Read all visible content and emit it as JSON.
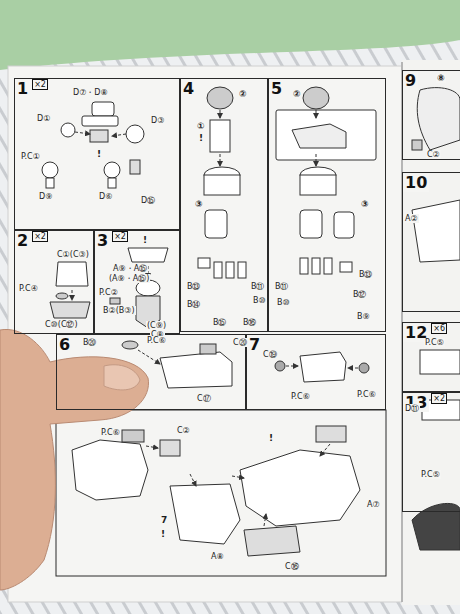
{
  "diagram": {
    "nodes": [
      {
        "text": [
          "1",
          "×2"
        ]
      },
      {
        "text": [
          "4"
        ]
      },
      {
        "text": [
          "5"
        ]
      },
      {
        "text": [
          "2",
          "×2"
        ]
      },
      {
        "text": [
          "3",
          "×2"
        ]
      },
      {
        "text": [
          "6"
        ]
      },
      {
        "text": [
          "7"
        ]
      },
      {
        "text": [
          "9"
        ]
      },
      {
        "text": [
          "10"
        ]
      },
      {
        "text": [
          "12",
          "×6"
        ]
      },
      {
        "text": [
          "13",
          "×2"
        ]
      }
    ],
    "labels": [
      "D⑦・D⑧",
      "D①",
      "D③",
      "P.C①",
      "!",
      "D⑨",
      "D⑥",
      "D⑮",
      "C①(C③)",
      "P.C④",
      "C⑩(C⑫)",
      "!",
      "A⑨・A⑮",
      "(A⑨・A⑮)",
      "P.C②",
      "B②(B③)",
      "C⑧",
      "(C⑨)",
      "②",
      "①",
      "!",
      "③",
      "B⑬",
      "B⑪",
      "B⑩",
      "B⑭",
      "B⑮",
      "B⑯",
      "②",
      "③",
      "B⑬",
      "B⑪",
      "B⑩",
      "B⑫",
      "B⑨",
      "B⑳",
      "P.C⑥",
      "C⑳",
      "C⑰",
      "C⑲",
      "P.C⑥",
      "P.C⑥",
      "P.C⑥",
      "C②",
      "!",
      "7",
      "!",
      "A⑦",
      "A⑧",
      "C⑯",
      "⑧",
      "C②",
      "A②",
      "P.C⑤",
      "D⑪",
      "P.C⑤"
    ]
  }
}
